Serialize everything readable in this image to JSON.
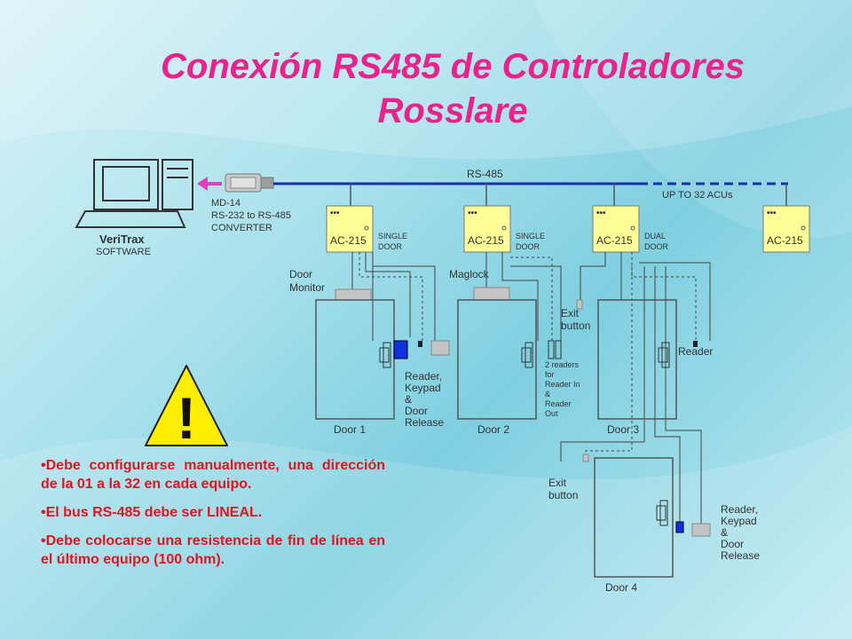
{
  "title_line1": "Conexión  RS485 de Controladores",
  "title_line2": "Rosslare",
  "diagram": {
    "bus_label": "RS-485",
    "expansion_label": "UP TO 32 ACUs",
    "software_name": "VeriTrax",
    "software_sub": "SOFTWARE",
    "converter_name": "MD-14",
    "converter_desc1": "RS-232 to RS-485",
    "converter_desc2": "CONVERTER",
    "controller_model": "AC-215",
    "controllers": [
      {
        "type1": "SINGLE",
        "type2": "DOOR"
      },
      {
        "type1": "SINGLE",
        "type2": "DOOR"
      },
      {
        "type1": "DUAL",
        "type2": "DOOR"
      },
      {
        "type1": "",
        "type2": ""
      }
    ],
    "door_monitor_1": "Door",
    "door_monitor_2": "Monitor",
    "maglock": "Maglock",
    "exit_button_1": "Exit",
    "exit_button_2": "button",
    "reader": "Reader",
    "reader_keypad": [
      "Reader,",
      "Keypad",
      "&",
      "Door",
      "Release"
    ],
    "two_readers": [
      "2 readers",
      "for",
      "Reader In",
      "&",
      "Reader",
      "Out"
    ],
    "doors": [
      "Door 1",
      "Door 2",
      "Door 3",
      "Door 4"
    ]
  },
  "warning_symbol": "!",
  "notes": [
    "Debe configurarse manualmente, una dirección de la 01 a la 32 en cada equipo.",
    "El bus RS-485 debe ser LINEAL.",
    "Debe colocarse una resistencia de fin de línea en el último equipo (100 ohm)."
  ],
  "colors": {
    "title": "#e8238c",
    "notes": "#e4141e",
    "bus": "#1a2fa8",
    "controller": "#ffff99",
    "warning": "#ffee00",
    "arrow": "#e040c0"
  }
}
